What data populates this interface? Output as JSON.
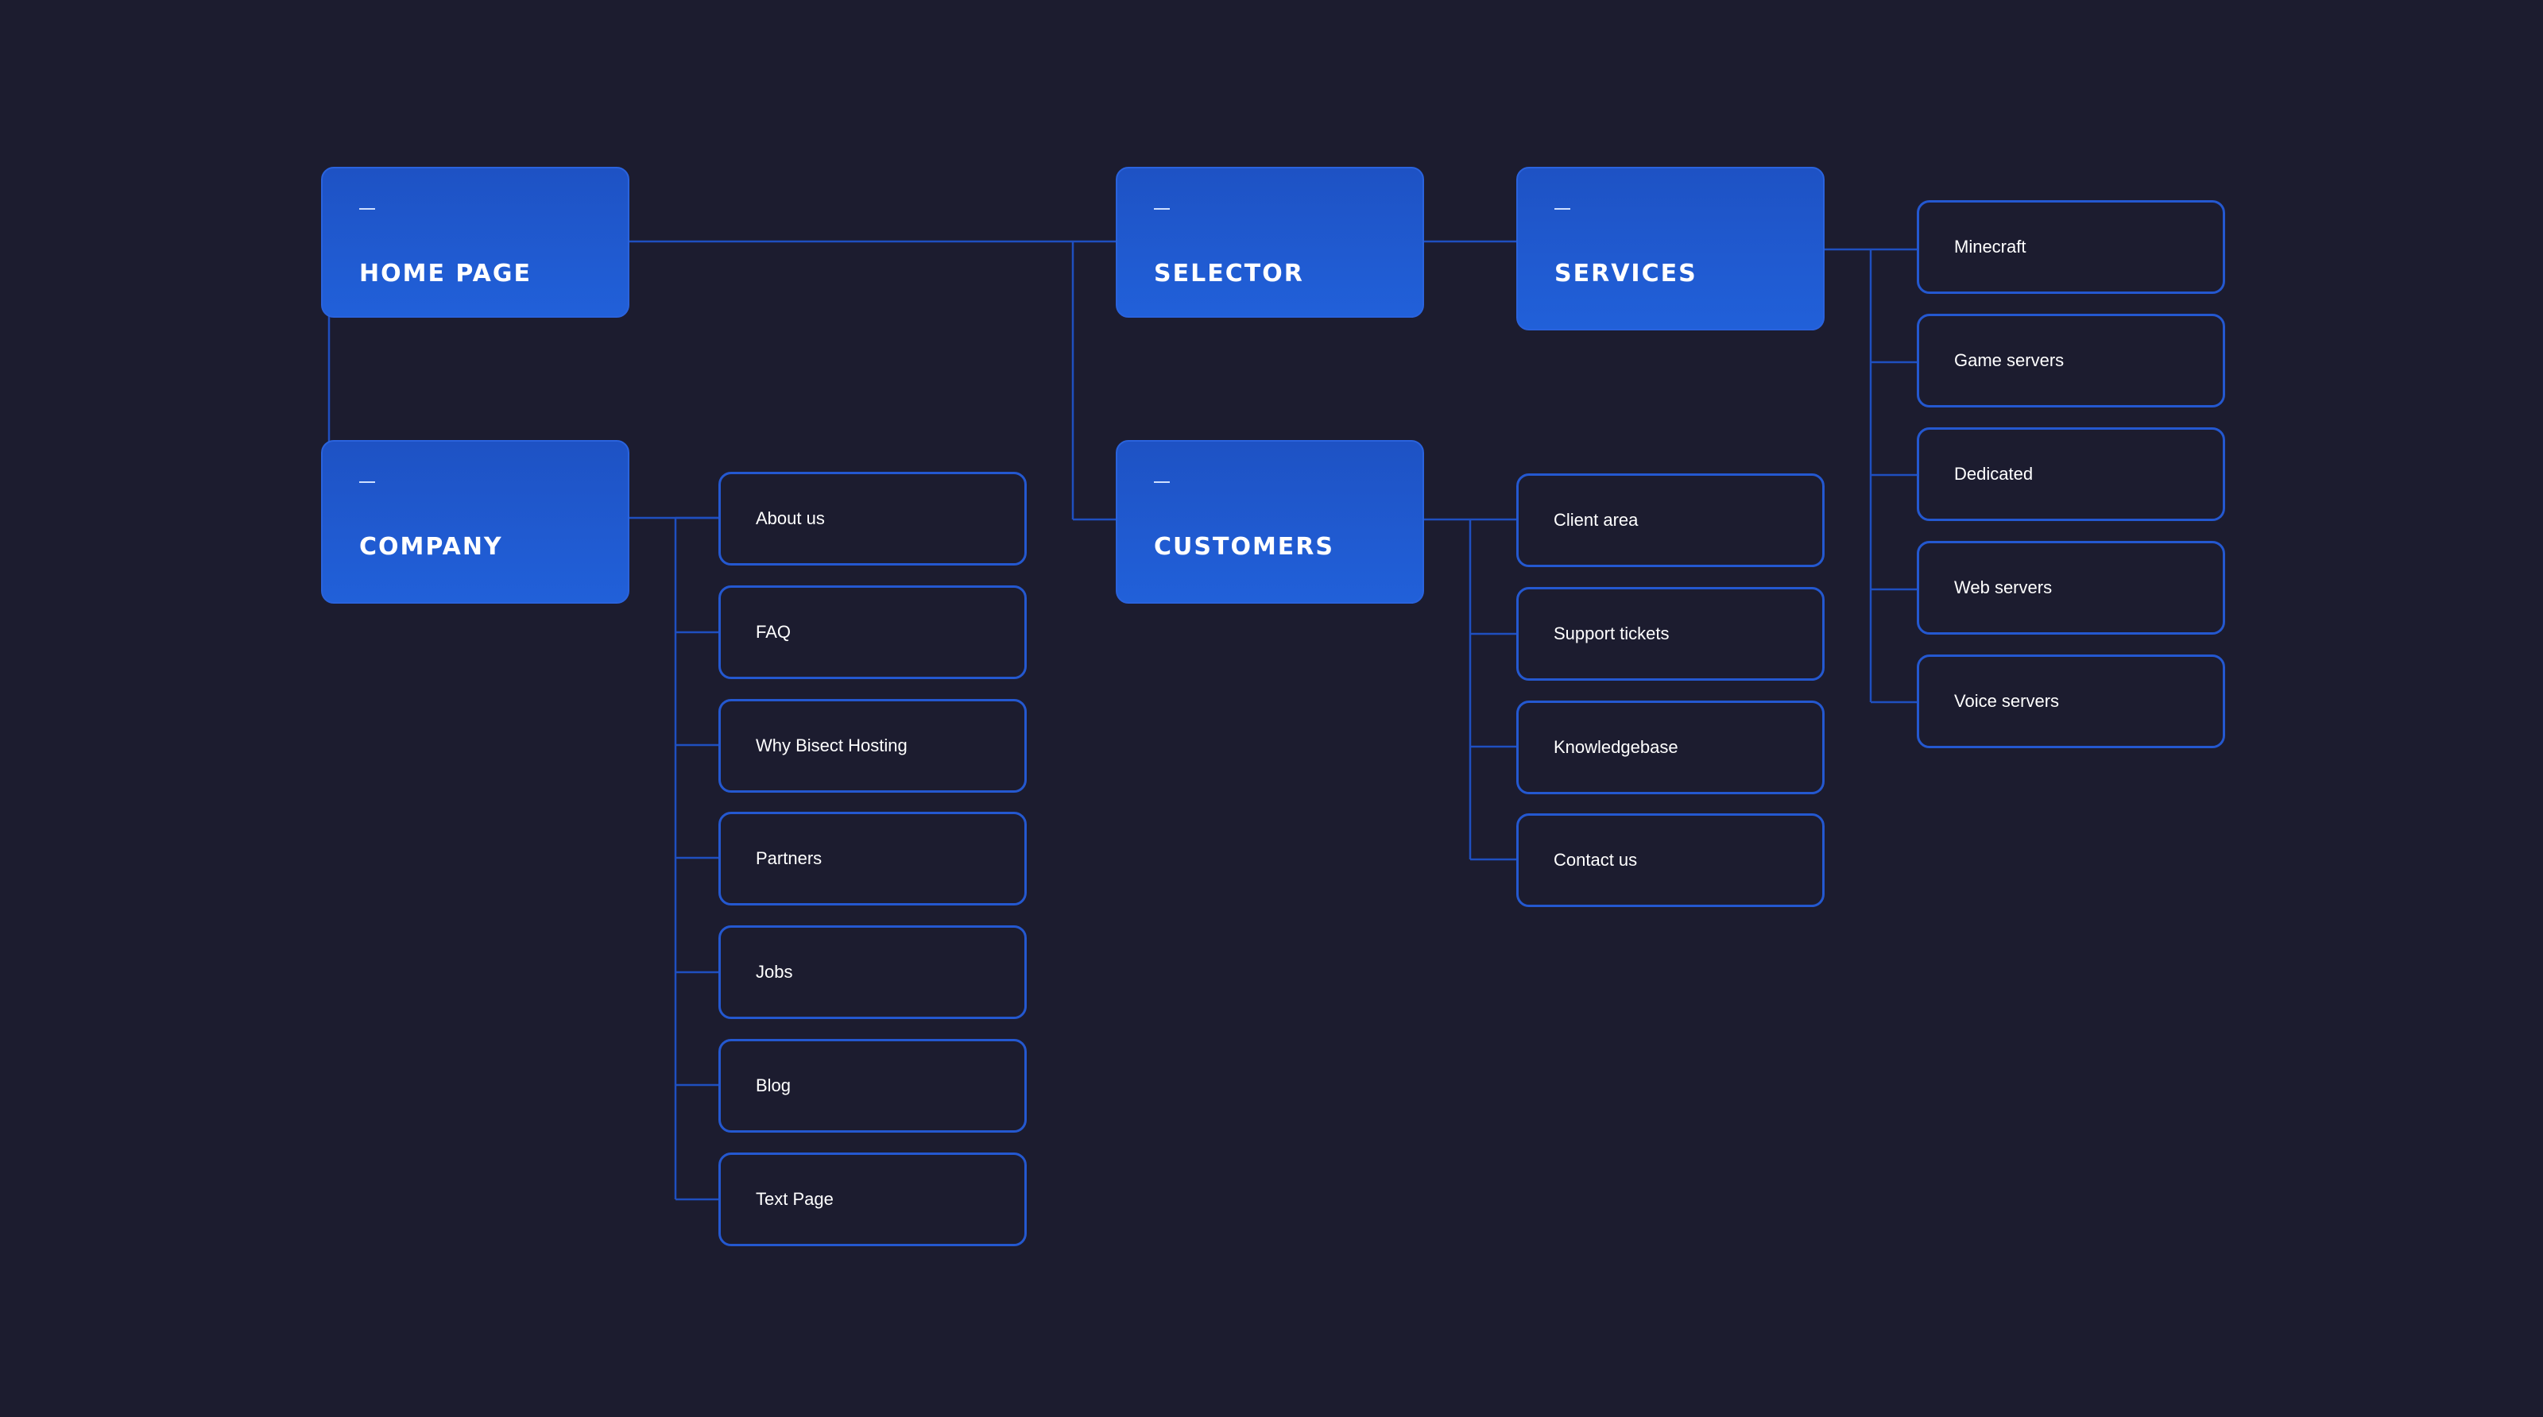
{
  "diagram": {
    "main_nodes": {
      "home": "HOME PAGE",
      "selector": "SELECTOR",
      "services": "SERVICES",
      "company": "COMPANY",
      "customers": "CUSTOMERS"
    },
    "company_items": [
      "About us",
      "FAQ",
      "Why Bisect Hosting",
      "Partners",
      "Jobs",
      "Blog",
      "Text Page"
    ],
    "customers_items": [
      "Client area",
      "Support tickets",
      "Knowledgebase",
      "Contact us"
    ],
    "services_items": [
      "Minecraft",
      "Game servers",
      "Dedicated",
      "Web servers",
      "Voice servers"
    ]
  },
  "colors": {
    "background": "#1c1c2f",
    "node_fill": "#2160d9",
    "line": "#1f4fbf",
    "outline": "#2458d0"
  }
}
